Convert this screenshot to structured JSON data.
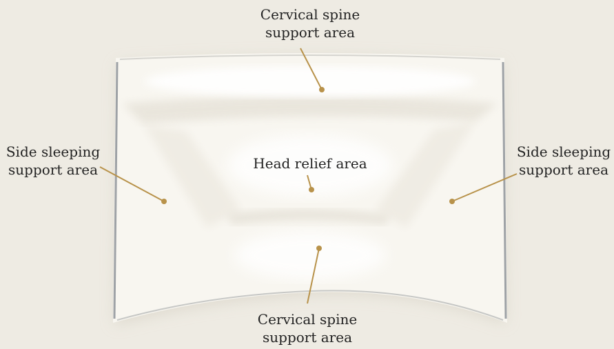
{
  "labels": {
    "cervical_top": {
      "line1": "Cervical spine",
      "line2": "support area"
    },
    "side_left": {
      "line1": "Side sleeping",
      "line2": "support area"
    },
    "head": {
      "line1": "Head relief area"
    },
    "side_right": {
      "line1": "Side sleeping",
      "line2": "support area"
    },
    "cervical_bottom": {
      "line1": "Cervical spine",
      "line2": "support area"
    }
  },
  "colors": {
    "background": "#eeebe3",
    "pillow": "#f8f6f0",
    "piping": "#9ea2a6",
    "leader": "#b8924a",
    "text": "#222222"
  }
}
